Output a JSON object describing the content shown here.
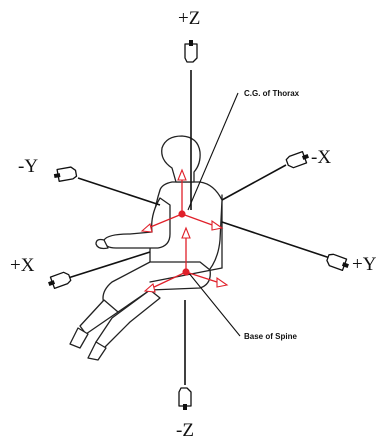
{
  "labels": {
    "plus_z": "+Z",
    "minus_z": "-Z",
    "minus_y": "-Y",
    "minus_x": "-X",
    "plus_x": "+X",
    "plus_y": "+Y",
    "cg_thorax": "C.G. of Thorax",
    "base_spine": "Base of Spine"
  },
  "icons": {
    "axis_marker": "thumb-hand-icon",
    "reference_point": "red-dot-icon"
  },
  "colors": {
    "reference_vectors": "#e0202a",
    "lines": "#111111",
    "background": "#ffffff"
  }
}
